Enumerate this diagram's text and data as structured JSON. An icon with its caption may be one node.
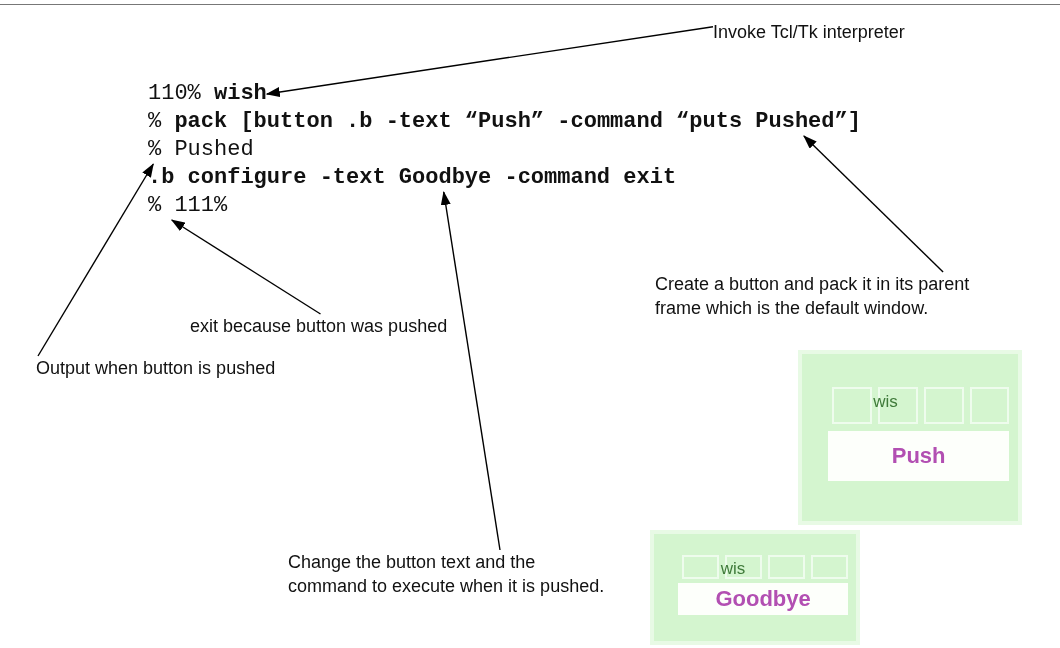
{
  "diagram": {
    "nodes": [
      {
        "text": [
          "Invoke Tcl/Tk interpreter"
        ]
      },
      {
        "text": [
          "110% **wish**"
        ]
      },
      {
        "text": [
          "% **pack [button .b -text “Push” -command “puts Pushed”]**"
        ]
      },
      {
        "text": [
          "% Pushed"
        ]
      },
      {
        "text": [
          ".b configure -text Goodbye -command exit"
        ]
      },
      {
        "text": [
          "% 111%"
        ]
      },
      {
        "text": [
          "Create a button and pack it in its parent frame which is the default window."
        ]
      },
      {
        "text": [
          "exit because button was pushed"
        ]
      },
      {
        "text": [
          "Output when button is pushed"
        ]
      },
      {
        "text": [
          "Change the button text and the command to execute when it is pushed."
        ]
      }
    ],
    "edges": [
      {
        "from": 0,
        "to": 1,
        "arrow": "to"
      },
      {
        "from": 6,
        "to": 2,
        "arrow": "to"
      },
      {
        "from": 7,
        "to": 5,
        "arrow": "to"
      },
      {
        "from": 8,
        "to": 3,
        "arrow": "to"
      },
      {
        "from": 9,
        "to": 4,
        "arrow": "to"
      }
    ],
    "labels": [
      "wis",
      "Push",
      "wis",
      "Goodbye"
    ]
  }
}
